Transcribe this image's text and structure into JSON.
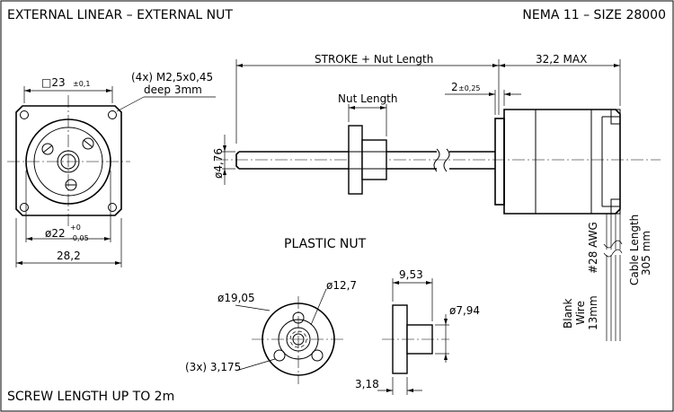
{
  "title_left": "EXTERNAL LINEAR – EXTERNAL NUT",
  "title_right": "NEMA 11 – SIZE 28000",
  "footer": "SCREW LENGTH UP TO 2m",
  "front_view": {
    "square_label": "□23",
    "square_tol": "±0,1",
    "holes_label_1": "(4x) M2,5x0,45",
    "holes_label_2": "deep 3mm",
    "pilot_label": "ø22",
    "pilot_tol_upper": "+0",
    "pilot_tol_lower": "-0,05",
    "width_label": "28,2"
  },
  "side_view": {
    "stroke_label": "STROKE + Nut Length",
    "max_label": "32,2 MAX",
    "nut_length_label": "Nut Length",
    "gap_label": "2",
    "gap_tol": "±0,25",
    "shaft_dia_label": "ø4,76",
    "awg_label": "#28 AWG",
    "cable_label_1": "Cable Length",
    "cable_label_2": "305 mm",
    "blank_label_1": "Blank",
    "blank_label_2": "Wire",
    "blank_label_3": "13mm"
  },
  "nut_detail": {
    "title": "PLASTIC NUT",
    "flange_dia_label": "ø19,05",
    "hub_dia_label": "ø12,7",
    "holes_label": "(3x) 3,175",
    "length_label": "9,53",
    "thread_dia_label": "ø7,94",
    "flange_thk_label": "3,18"
  }
}
